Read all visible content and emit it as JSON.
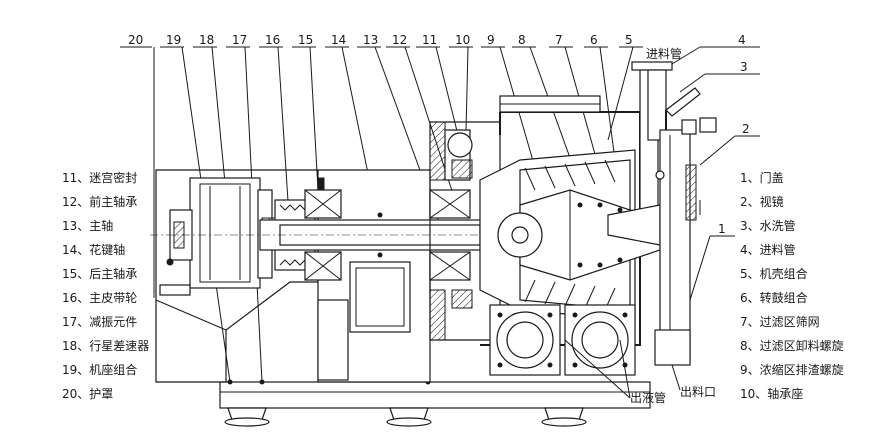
{
  "callouts": [
    "20",
    "19",
    "18",
    "17",
    "16",
    "15",
    "14",
    "13",
    "12",
    "11",
    "10",
    "9",
    "8",
    "7",
    "6",
    "5",
    "4",
    "3",
    "2",
    "1"
  ],
  "labels": {
    "feed_pipe": "进料管",
    "outlet": "出料口",
    "overflow_pipe": "出液管"
  },
  "legend_left": [
    "11、迷宫密封",
    "12、前主轴承",
    "13、主轴",
    "14、花键轴",
    "15、后主轴承",
    "16、主皮带轮",
    "17、减振元件",
    "18、行星差速器",
    "19、机座组合",
    "20、护罩"
  ],
  "legend_right": [
    "1、门盖",
    "2、视镜",
    "3、水洗管",
    "4、进料管",
    "5、机壳组合",
    "6、转鼓组合",
    "7、过滤区筛网",
    "8、过滤区卸料螺旋",
    "9、浓缩区排渣螺旋",
    "10、轴承座"
  ]
}
